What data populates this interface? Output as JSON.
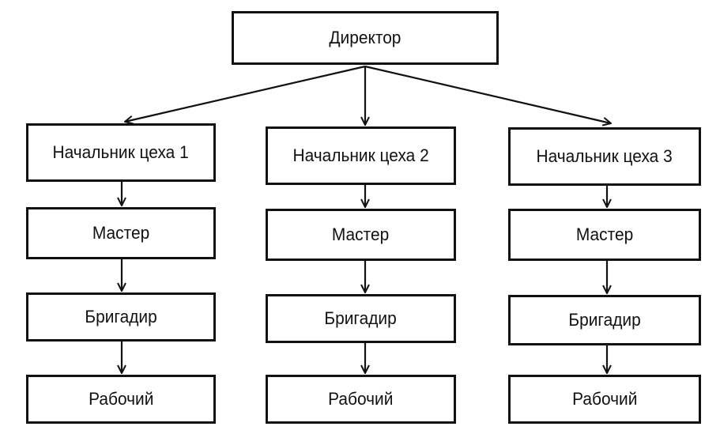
{
  "chart": {
    "director": "Директор",
    "columns": [
      {
        "chief": "Начальник цеха 1",
        "master": "Мастер",
        "foreman": "Бригадир",
        "worker": "Рабочий"
      },
      {
        "chief": "Начальник цеха 2",
        "master": "Мастер",
        "foreman": "Бригадир",
        "worker": "Рабочий"
      },
      {
        "chief": "Начальник цеха 3",
        "master": "Мастер",
        "foreman": "Бригадир",
        "worker": "Рабочий"
      }
    ]
  },
  "colors": {
    "stroke": "#111111",
    "background": "#ffffff",
    "text": "#111111"
  }
}
